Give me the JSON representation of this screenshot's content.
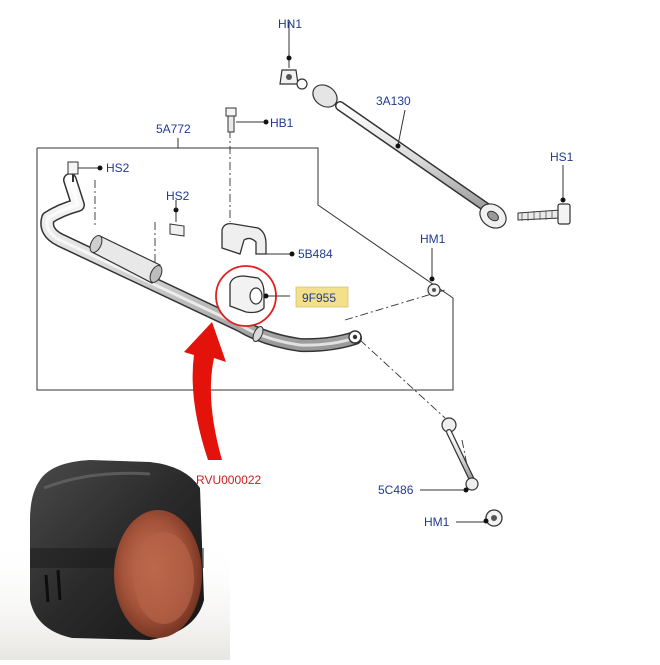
{
  "diagram": {
    "callouts": {
      "hn1_top": "HN1",
      "hb1": "HB1",
      "part_3a130": "3A130",
      "part_5a772": "5A772",
      "hs2_upper": "HS2",
      "hs2_lower": "HS2",
      "hs1": "HS1",
      "hm1_upper": "HM1",
      "part_5b484": "5B484",
      "part_9f955": "9F955",
      "part_5c486": "5C486",
      "hm1_lower": "HM1"
    },
    "product_code": "RVU000022"
  },
  "colors": {
    "label_blue": "#1f3a93",
    "highlight_circle": "#e02020",
    "arrow_red": "#e3120b",
    "highlight_box": "#f3e08a",
    "line_gray": "#333333"
  }
}
